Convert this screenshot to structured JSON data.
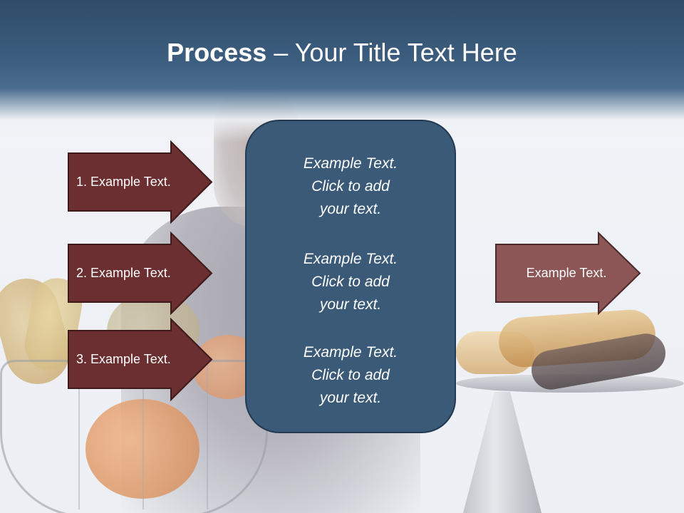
{
  "title": {
    "bold": "Process",
    "rest": " – Your Title Text Here"
  },
  "left_arrows": [
    {
      "label": "1. Example Text."
    },
    {
      "label": "2. Example Text."
    },
    {
      "label": "3. Example Text."
    }
  ],
  "center_box": {
    "blocks": [
      {
        "line1": "Example Text.",
        "line2": "Click  to add",
        "line3": "your text."
      },
      {
        "line1": "Example Text.",
        "line2": "Click  to add",
        "line3": "your text."
      },
      {
        "line1": "Example Text.",
        "line2": "Click  to add",
        "line3": "your text."
      }
    ]
  },
  "right_arrow": {
    "label": "Example Text."
  },
  "colors": {
    "title_bar": "#3d5f80",
    "dark_arrow": "#6b2f31",
    "light_arrow": "#8c5556",
    "center_box": "#3a5a78"
  }
}
